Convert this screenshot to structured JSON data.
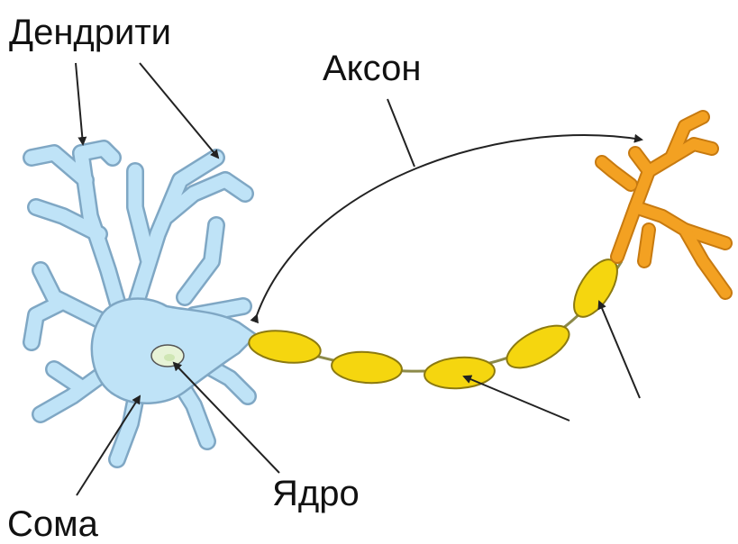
{
  "diagram": {
    "labels": {
      "dendrites": "Дендрити",
      "axon": "Аксон",
      "nucleus": "Ядро",
      "soma": "Сома"
    },
    "colors": {
      "cell_body_fill": "#bfe3f7",
      "cell_body_stroke": "#7fa7c4",
      "nucleus_fill": "#e7f3d7",
      "myelin_fill": "#f5d60f",
      "myelin_stroke": "#8c7a10",
      "axon_fiber": "#8c8a4a",
      "terminal_fill": "#f3a122",
      "terminal_stroke": "#c77a10",
      "pointer": "#222222"
    }
  }
}
